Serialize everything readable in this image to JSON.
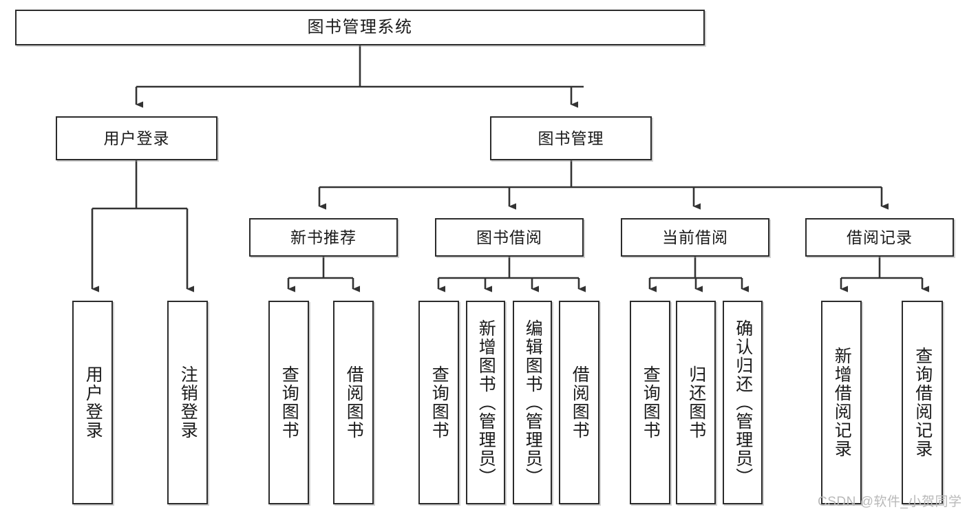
{
  "diagram": {
    "title": "图书管理系统",
    "type": "tree-hierarchy-chart",
    "watermark": "CSDN @软件_小贺同学",
    "colors": {
      "node_border": "#2b2b2b",
      "node_fill": "#ffffff",
      "edge": "#333333",
      "text": "#1a1a1a",
      "watermark": "#b9b9b9",
      "background": "#ffffff"
    },
    "nodes": {
      "root": {
        "label": "图书管理系统"
      },
      "level2": [
        {
          "id": "user-login",
          "label": "用户登录"
        },
        {
          "id": "book-management",
          "label": "图书管理"
        }
      ],
      "level3": [
        {
          "id": "new-book-recommend",
          "label": "新书推荐"
        },
        {
          "id": "book-borrow",
          "label": "图书借阅"
        },
        {
          "id": "current-borrow",
          "label": "当前借阅"
        },
        {
          "id": "borrow-record",
          "label": "借阅记录"
        }
      ],
      "leaves": [
        {
          "id": "leaf-user-login",
          "label": "用户登录",
          "parent": "user-login"
        },
        {
          "id": "leaf-user-logout",
          "label": "注销登录",
          "parent": "user-login"
        },
        {
          "id": "leaf-query-book-1",
          "label": "查询图书",
          "parent": "new-book-recommend"
        },
        {
          "id": "leaf-borrow-book-1",
          "label": "借阅图书",
          "parent": "new-book-recommend"
        },
        {
          "id": "leaf-query-book-2",
          "label": "查询图书",
          "parent": "book-borrow"
        },
        {
          "id": "leaf-add-book",
          "label": "新增图书（管理员）",
          "parent": "book-borrow"
        },
        {
          "id": "leaf-edit-book",
          "label": "编辑图书（管理员）",
          "parent": "book-borrow"
        },
        {
          "id": "leaf-borrow-book-2",
          "label": "借阅图书",
          "parent": "book-borrow"
        },
        {
          "id": "leaf-query-book-3",
          "label": "查询图书",
          "parent": "current-borrow"
        },
        {
          "id": "leaf-return-book",
          "label": "归还图书",
          "parent": "current-borrow"
        },
        {
          "id": "leaf-confirm-return",
          "label": "确认归还（管理员）",
          "parent": "current-borrow"
        },
        {
          "id": "leaf-add-record",
          "label": "新增借阅记录",
          "parent": "borrow-record"
        },
        {
          "id": "leaf-query-record",
          "label": "查询借阅记录",
          "parent": "borrow-record"
        }
      ]
    }
  }
}
